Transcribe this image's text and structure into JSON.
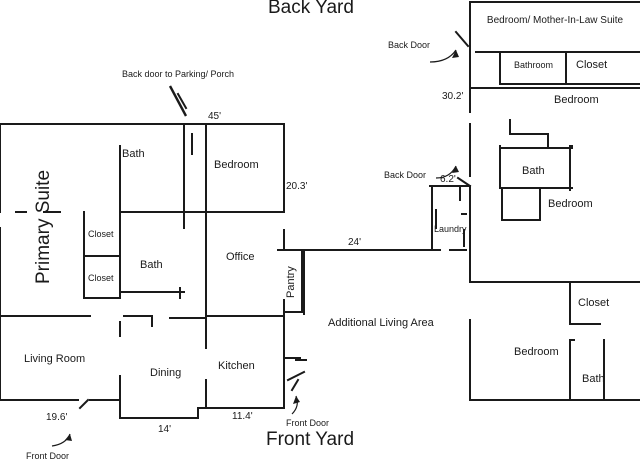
{
  "plan": {
    "outdoor": {
      "back": "Back Yard",
      "front": "Front Yard"
    },
    "rooms": {
      "primary_suite": "Primary Suite",
      "bath_top": "Bath",
      "bedroom_main": "Bedroom",
      "closet_upper": "Closet",
      "closet_lower": "Closet",
      "bath_main": "Bath",
      "office": "Office",
      "pantry": "Pantry",
      "living_room": "Living Room",
      "dining": "Dining",
      "kitchen": "Kitchen",
      "additional_living": "Additional Living Area",
      "mother_in_law": "Bedroom/ Mother-In-Law Suite",
      "bathroom_mil": "Bathroom",
      "closet_mil": "Closet",
      "bedroom_right1": "Bedroom",
      "bath_right": "Bath",
      "bedroom_right2": "Bedroom",
      "laundry": "Laundry",
      "closet_right": "Closet",
      "bedroom_right3": "Bedroom",
      "bath_right2": "Bath"
    },
    "doors": {
      "back_parking": "Back door to Parking/ Porch",
      "back_door_top": "Back Door",
      "back_door_mid": "Back Door",
      "front_door_left": "Front Door",
      "front_door_right": "Front Door"
    },
    "dimensions": {
      "d45": "45'",
      "d203": "20.3'",
      "d24": "24'",
      "d62": "6.2'",
      "d302": "30.2'",
      "d196": "19.6'",
      "d14": "14'",
      "d114": "11.4'"
    }
  }
}
